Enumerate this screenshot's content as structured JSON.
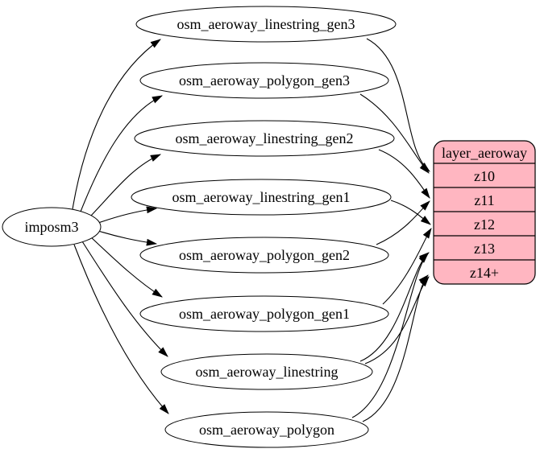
{
  "diagram": {
    "background": "#ffffff",
    "edge_color": "#000000",
    "node_fill": "#ffffff",
    "source": {
      "label": "imposm3"
    },
    "tables": [
      {
        "label": "osm_aeroway_linestring_gen3"
      },
      {
        "label": "osm_aeroway_polygon_gen3"
      },
      {
        "label": "osm_aeroway_linestring_gen2"
      },
      {
        "label": "osm_aeroway_linestring_gen1"
      },
      {
        "label": "osm_aeroway_polygon_gen2"
      },
      {
        "label": "osm_aeroway_polygon_gen1"
      },
      {
        "label": "osm_aeroway_linestring"
      },
      {
        "label": "osm_aeroway_polygon"
      }
    ],
    "layer": {
      "title": "layer_aeroway",
      "fill": "#ffb6c1",
      "stroke": "#000000",
      "zoom_rows": [
        {
          "label": "z10"
        },
        {
          "label": "z11"
        },
        {
          "label": "z12"
        },
        {
          "label": "z13"
        },
        {
          "label": "z14+"
        }
      ]
    },
    "edges": [
      {
        "from": "imposm3",
        "to": "osm_aeroway_linestring_gen3"
      },
      {
        "from": "imposm3",
        "to": "osm_aeroway_polygon_gen3"
      },
      {
        "from": "imposm3",
        "to": "osm_aeroway_linestring_gen2"
      },
      {
        "from": "imposm3",
        "to": "osm_aeroway_linestring_gen1"
      },
      {
        "from": "imposm3",
        "to": "osm_aeroway_polygon_gen2"
      },
      {
        "from": "imposm3",
        "to": "osm_aeroway_polygon_gen1"
      },
      {
        "from": "imposm3",
        "to": "osm_aeroway_linestring"
      },
      {
        "from": "imposm3",
        "to": "osm_aeroway_polygon"
      },
      {
        "from": "osm_aeroway_linestring_gen3",
        "to": "z10"
      },
      {
        "from": "osm_aeroway_polygon_gen3",
        "to": "z10"
      },
      {
        "from": "osm_aeroway_linestring_gen2",
        "to": "z11"
      },
      {
        "from": "osm_aeroway_polygon_gen2",
        "to": "z11"
      },
      {
        "from": "osm_aeroway_linestring_gen1",
        "to": "z12"
      },
      {
        "from": "osm_aeroway_polygon_gen1",
        "to": "z12"
      },
      {
        "from": "osm_aeroway_linestring",
        "to": "z13"
      },
      {
        "from": "osm_aeroway_polygon",
        "to": "z13"
      },
      {
        "from": "osm_aeroway_linestring",
        "to": "z14+"
      },
      {
        "from": "osm_aeroway_polygon",
        "to": "z14+"
      }
    ]
  }
}
